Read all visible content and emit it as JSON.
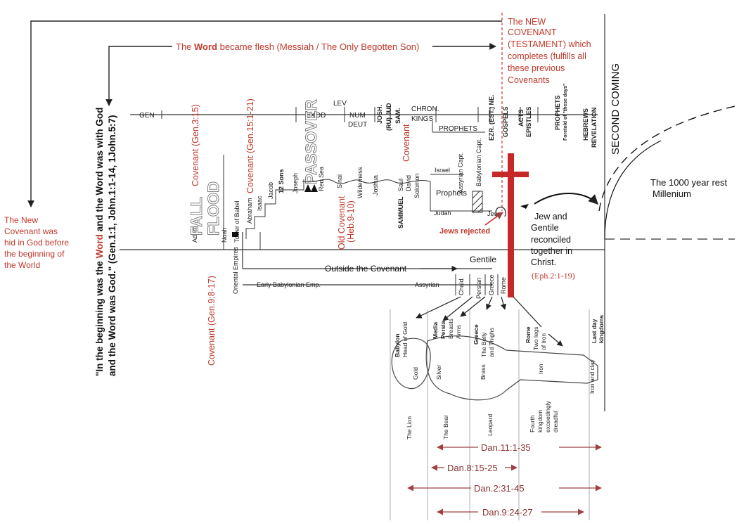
{
  "colors": {
    "red": "#c0392b",
    "dark": "#222222",
    "gray": "#555555",
    "cross": "#c62828"
  },
  "top_note": {
    "prefix": "The ",
    "word": "Word",
    "suffix": " became flesh (Messiah / The Only Begotten Son)"
  },
  "new_covenant_note": [
    "The NEW",
    "COVENANT",
    "(TESTAMENT) which",
    "completes (fulfills all",
    "these previous",
    "Covenants"
  ],
  "left_note": [
    "The New",
    "Covenant was",
    "hid in God before",
    "the beginning of",
    "the World"
  ],
  "john_quote": {
    "line1_a": "\"In the beginning was the ",
    "line1_word": "Word",
    "line1_b": " and the Word was with God",
    "line2": "and the Word was God.\" (Gen.1:1, John.1:1-14, 1John.5:7)"
  },
  "second_coming": "SECOND COMING",
  "millenium": [
    "The 1000 year rest",
    "Millenium"
  ],
  "books": {
    "gen": "GEN",
    "exod": "EXOD",
    "lev": "LEV",
    "num": "NUM",
    "deut": "DEUT",
    "josh": "JOSH.",
    "jud": "(RU) JUD",
    "sam": "SAM.",
    "chron": "CHRON.",
    "kings": "KINGS",
    "prophets": "PROPHETS",
    "ezr": "EZR. (EST.) NE.",
    "gospels": "GOSPELS",
    "acts": "ACTS",
    "epistles": "EPISTLES",
    "prophets_nt": "PROPHETS",
    "foretold": "Foretold of \"these days\"",
    "hebrews": "HEBREWS",
    "revelation": "REVELATION"
  },
  "covenants": {
    "fall": "Covenant (Gen.3:15)",
    "abraham": "Covenant (Gen.15:1-21)",
    "noah": "Covenant (Gen.9:8-17)",
    "david": "Covenant",
    "old": "Old Covenant",
    "old_ref": "(Heb.9-10)"
  },
  "history": {
    "adam": "Adam",
    "fall": "FALL",
    "noah": "Noah",
    "flood": "FLOOD",
    "babel": "Tower of Babel",
    "abraham": "Abraham",
    "isaac": "Isaac",
    "jacob": "Jacob",
    "sons": "12 Sons",
    "joseph": "Joseph",
    "passover": "PASSOVER",
    "red_sea": "Red Sea",
    "sinai": "Sinai",
    "wilderness": "Wilderness",
    "joshua": "Joshua",
    "samuel": "SAMMUEL",
    "saul": "Saul",
    "david": "David",
    "solomon": "Solomon",
    "israel": "Israel",
    "assyrian_capt": "Assyrian Capt.",
    "prophets": "Prophets",
    "judah": "Judah",
    "babylonian_capt": "Babylonian Capt.",
    "jews": "Jews",
    "jews_rejected": "Jews rejected"
  },
  "reconciled": [
    "Jew and",
    "Gentile",
    "reconciled",
    "together in",
    "Christ."
  ],
  "reconciled_ref": "(Eph.2:1-19)",
  "gentile": "Gentile",
  "outside": "Outside the Covenant",
  "empires": {
    "oriental": "Oriental Empires",
    "early_bab": "Early  Babylonian Emp.",
    "assyrian": "Assyrian",
    "chald": "Chald.",
    "persian": "Persian",
    "greece": "Greece",
    "rome": "Rome"
  },
  "statue": {
    "babylon": "Babylon",
    "babylon_sub": "Head of Gold",
    "media": "Media",
    "persia": "Persia",
    "media_sub1": "Breasts",
    "media_sub2": "Arms",
    "greece": "Greece",
    "greece_sub1": "The Belly",
    "greece_sub2": "and Thighs",
    "rome": "Rome",
    "rome_sub1": "Two legs",
    "rome_sub2": "of Iron",
    "last": "Last day",
    "last_sub": "kingdoms",
    "gold": "Gold",
    "silver": "Silver",
    "brass": "Brass",
    "iron": "Iron",
    "iron_clay": "Iron and clay",
    "lion": "The Lion",
    "bear": "The Bear",
    "leopard": "Leopard",
    "fourth1": "Fourth",
    "fourth2": "kingdom",
    "fourth3": "exceedingly",
    "fourth4": "dreadful"
  },
  "daniel": {
    "d11": "Dan.11:1-35",
    "d8": "Dan.8:15-25",
    "d2": "Dan.2:31-45",
    "d9": "Dan.9:24-27"
  }
}
